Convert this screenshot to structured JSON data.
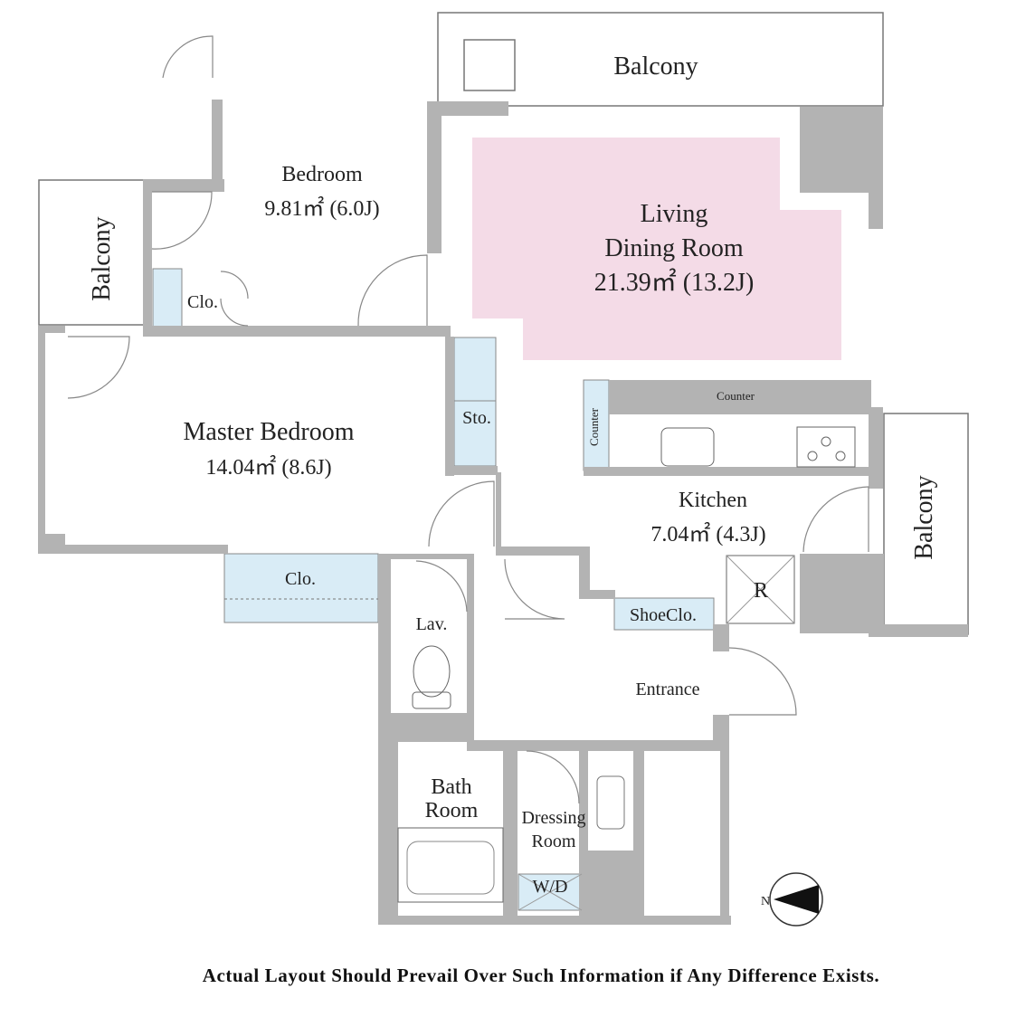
{
  "rooms": {
    "balcony_top": "Balcony",
    "balcony_left": "Balcony",
    "balcony_right": "Balcony",
    "bedroom": {
      "name": "Bedroom",
      "area": "9.81㎡ (6.0J)"
    },
    "ldr": {
      "line1": "Living",
      "line2": "Dining Room",
      "area": "21.39㎡ (13.2J)"
    },
    "master": {
      "name": "Master Bedroom",
      "area": "14.04㎡ (8.6J)"
    },
    "kitchen": {
      "name": "Kitchen",
      "area": "7.04㎡ (4.3J)"
    },
    "clo_small": "Clo.",
    "clo_master": "Clo.",
    "sto": "Sto.",
    "counter_h": "Counter",
    "counter_v": "Counter",
    "lav": "Lav.",
    "shoe": "ShoeClo.",
    "entrance": "Entrance",
    "bath1": "Bath",
    "bath2": "Room",
    "dress1": "Dressing",
    "dress2": "Room",
    "wd": "W/D",
    "fridge": "R"
  },
  "compass": {
    "label": "N"
  },
  "colors": {
    "ldr_fill": "#f4dbe7",
    "storage_fill": "#d9ecf6",
    "wall": "#b3b3b3"
  },
  "footer": {
    "note": "Actual Layout Should Prevail Over Such Information if Any Difference Exists."
  }
}
